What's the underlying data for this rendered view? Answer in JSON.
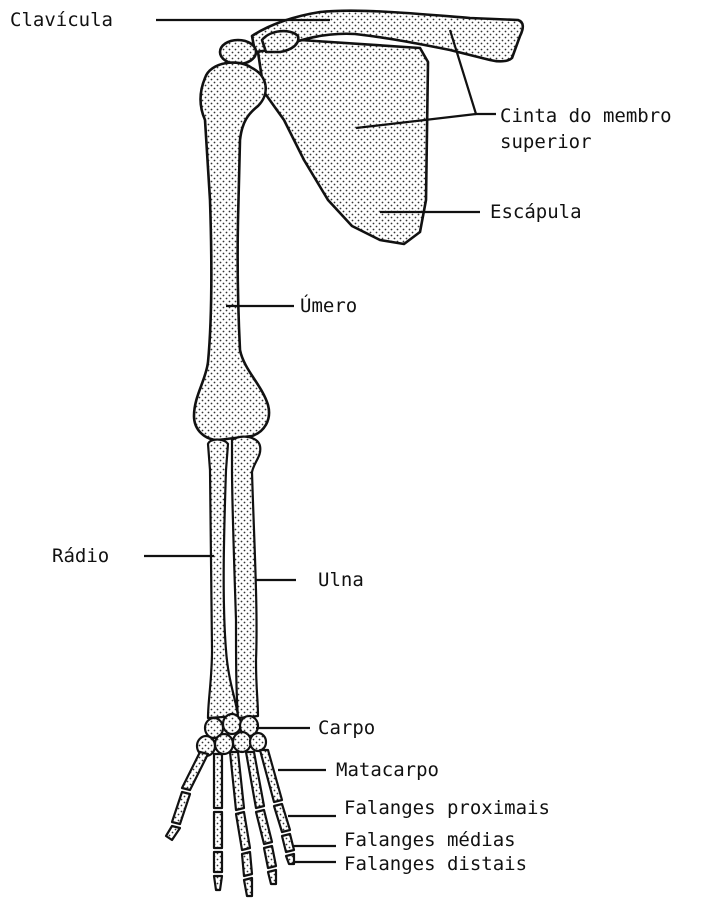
{
  "labels": {
    "clavicula": "Clavícula",
    "cinta_line1": "Cinta do membro",
    "cinta_line2": "superior",
    "escapula": "Escápula",
    "umero": "Úmero",
    "radio": "Rádio",
    "ulna": "Ulna",
    "carpo": "Carpo",
    "metacarpo": "Matacarpo",
    "falanges_proximais": "Falanges proximais",
    "falanges_medias": "Falanges médias",
    "falanges_distais": "Falanges distais"
  }
}
